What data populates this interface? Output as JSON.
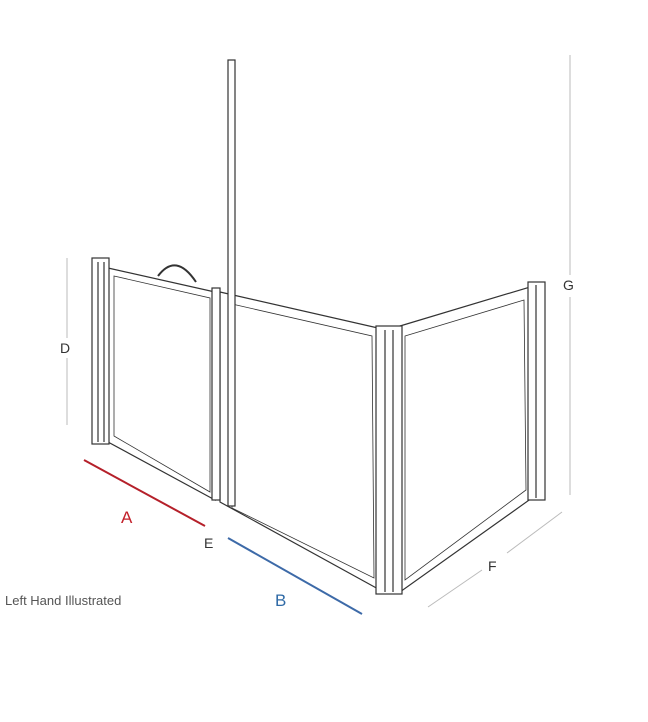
{
  "caption": "Left Hand Illustrated",
  "labels": {
    "a": "A",
    "b": "B",
    "d": "D",
    "e": "E",
    "f": "F",
    "g": "G"
  },
  "colors": {
    "a_line": "#b5202a",
    "b_line": "#3d6aa8",
    "outline": "#333333",
    "dimension": "#bbbbbb"
  }
}
